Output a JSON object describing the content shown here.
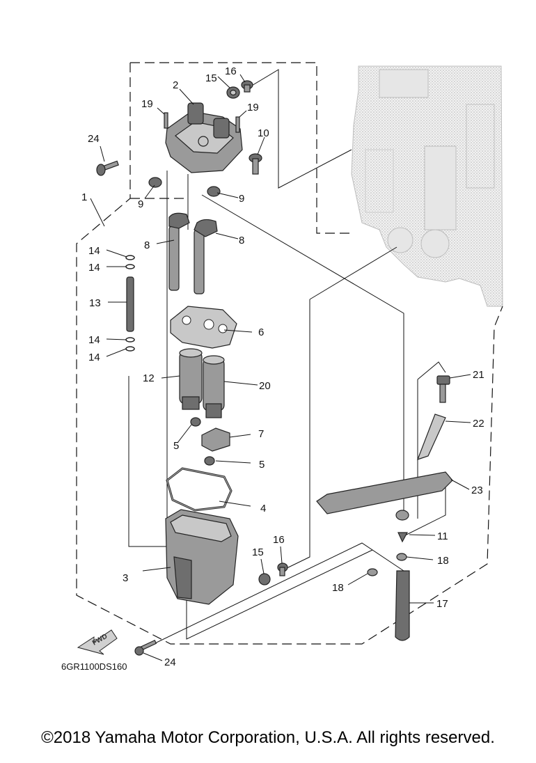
{
  "figure": {
    "code": "6GR1100DS160",
    "direction_label": "FWD",
    "callouts": [
      "1",
      "2",
      "3",
      "4",
      "5",
      "5",
      "6",
      "7",
      "8",
      "8",
      "9",
      "9",
      "10",
      "11",
      "12",
      "13",
      "14",
      "14",
      "14",
      "14",
      "15",
      "15",
      "16",
      "16",
      "17",
      "18",
      "18",
      "19",
      "19",
      "20",
      "21",
      "22",
      "23",
      "24",
      "24"
    ]
  },
  "copyright": "©2018 Yamaha Motor Corporation, U.S.A. All rights reserved."
}
